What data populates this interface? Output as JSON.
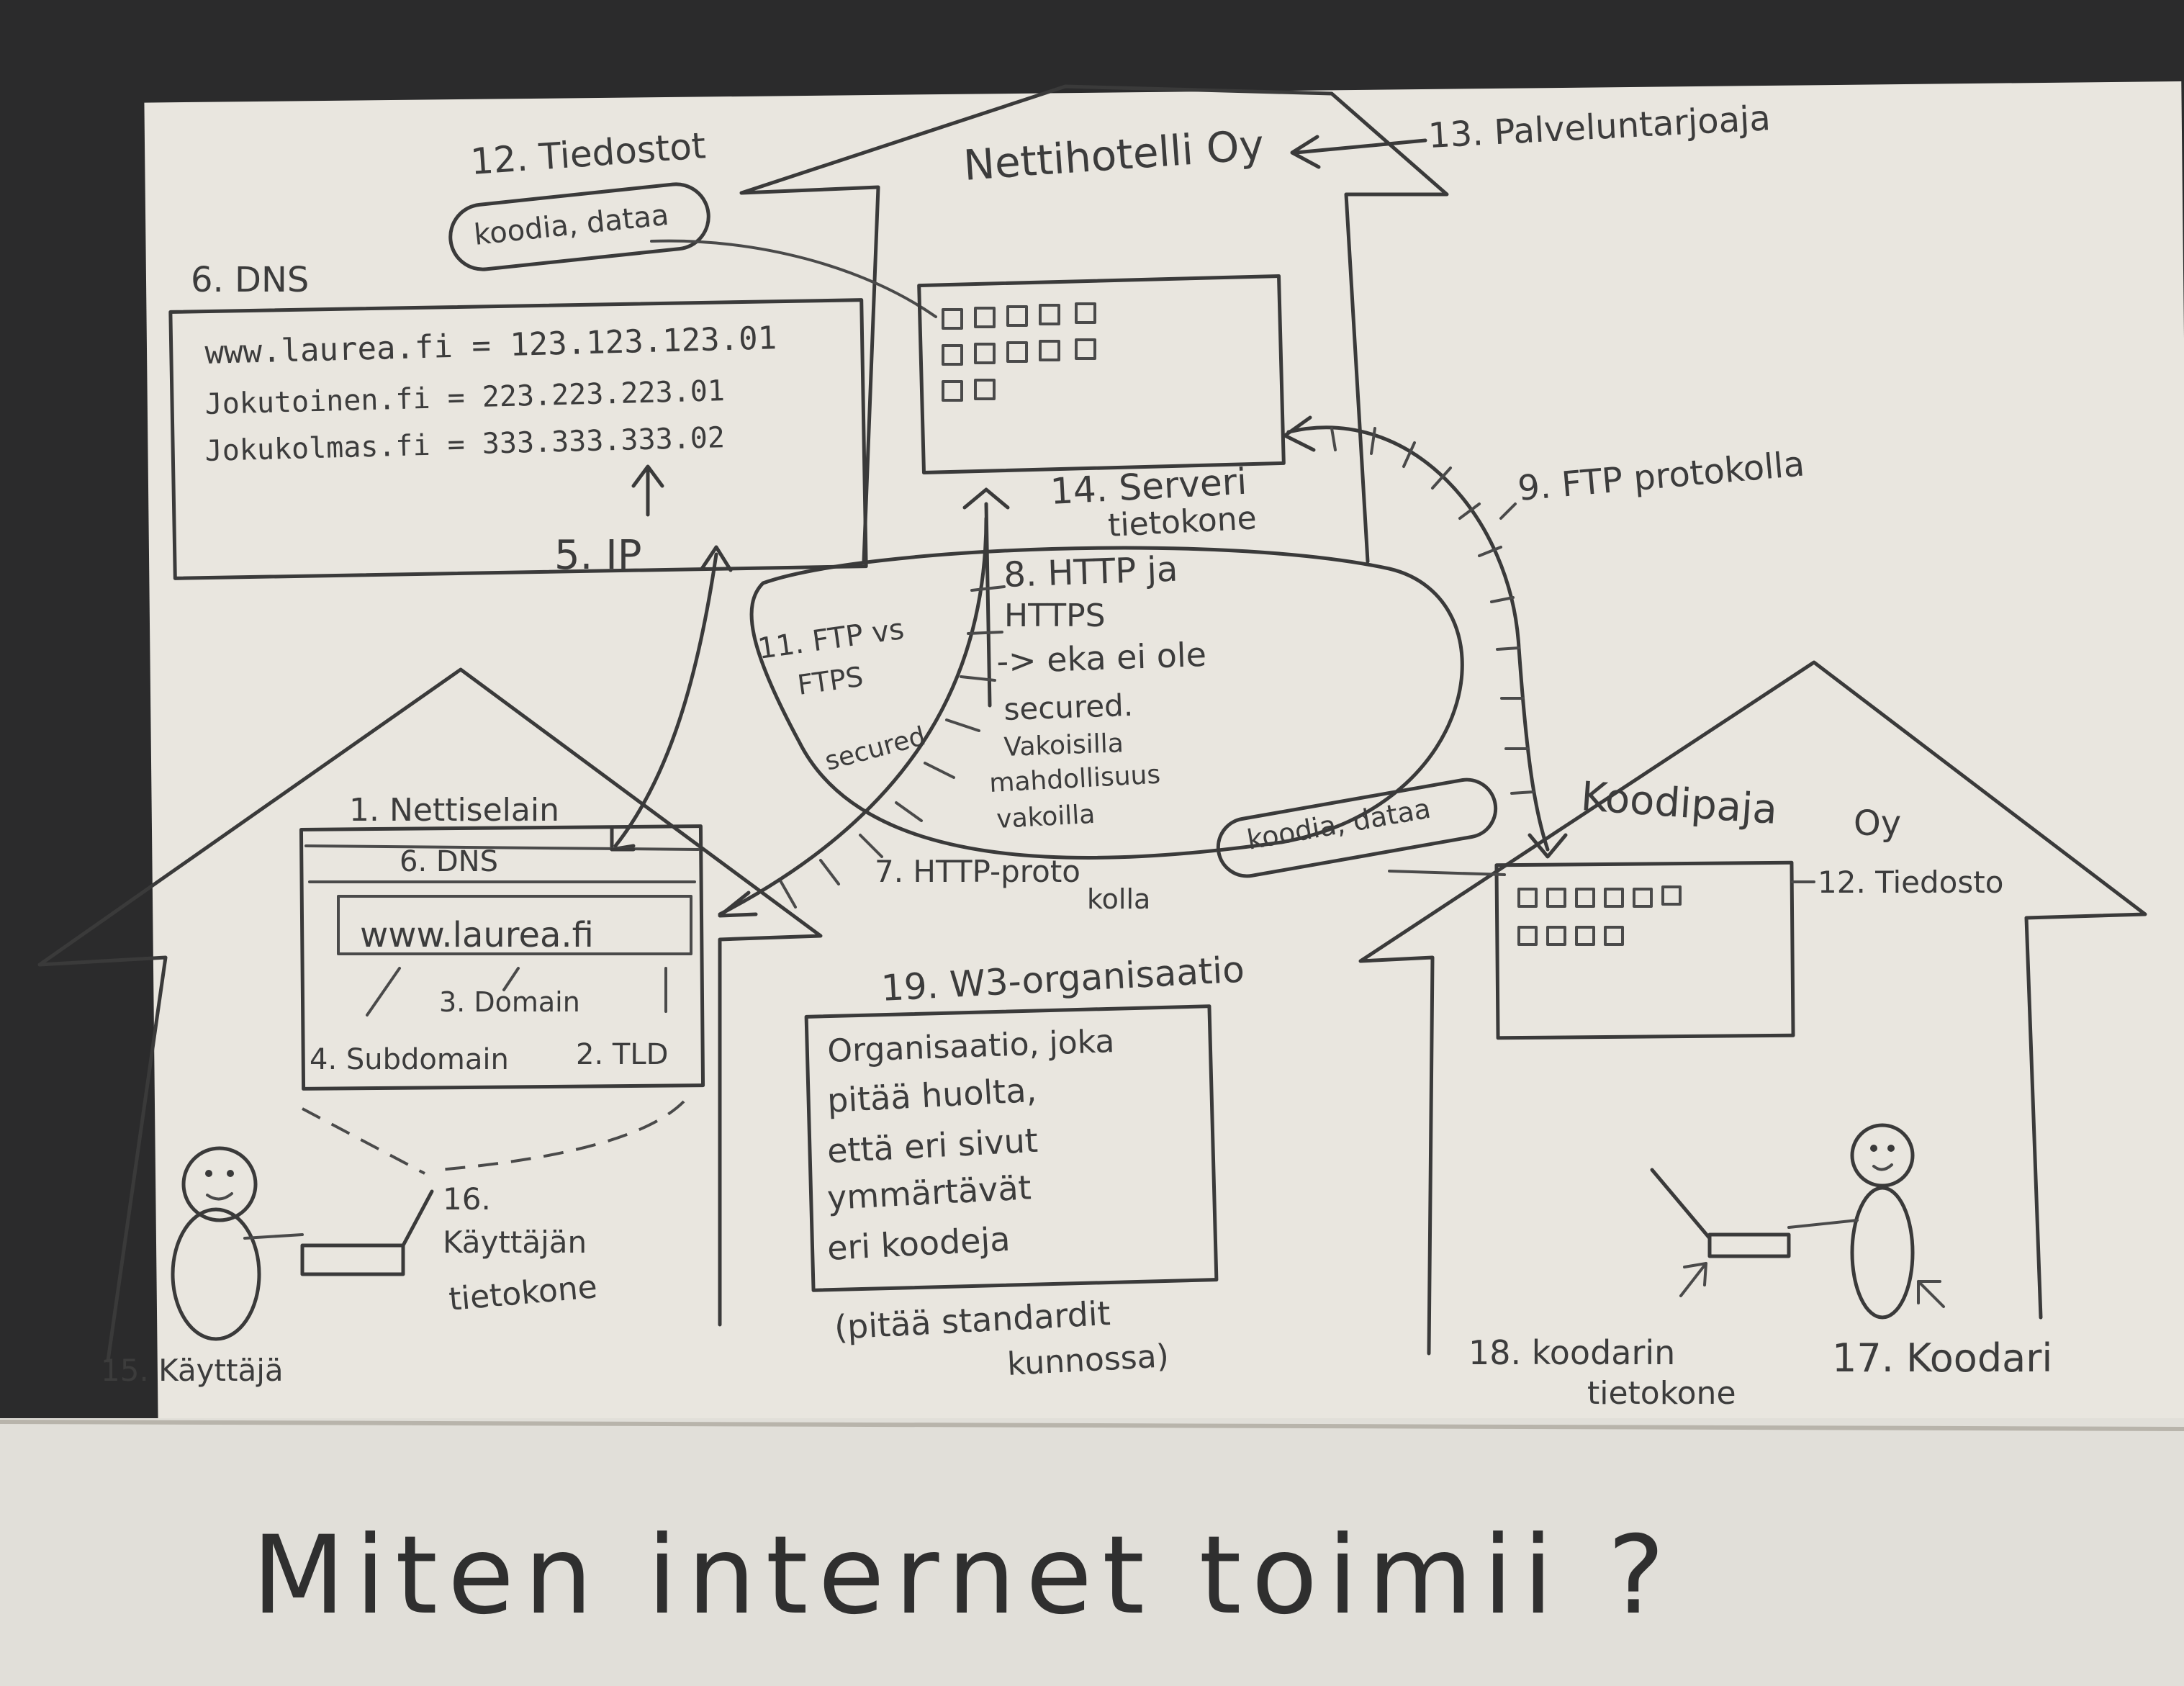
{
  "caption": "Miten internet toimii ?",
  "hosting": {
    "company": "Nettihotelli Oy",
    "provider_label": "13. Palveluntarjoaja",
    "files_label": "12. Tiedostot",
    "files_content": "koodia, dataa",
    "server_label_1": "14. Serveri",
    "server_label_2": "tietokone"
  },
  "dns": {
    "title": "6. DNS",
    "entries": [
      "www.laurea.fi = 123.123.123.01",
      "Jokutoinen.fi = 223.223.223.01",
      "Jokukolmas.fi = 333.333.333.02"
    ],
    "ip_label": "5. IP"
  },
  "protocols": {
    "http_lines": [
      "8. HTTP ja",
      "HTTPS",
      "-> eka ei ole",
      "secured.",
      "Vakoisilla",
      "mahdollisuus",
      "vakoilla"
    ],
    "ftp_lines": [
      "11. FTP vs",
      "FTPS",
      "secured"
    ],
    "ftp_protocol": "9. FTP protokolla",
    "http_protocol_1": "7. HTTP-proto",
    "http_protocol_2": "kolla"
  },
  "browser": {
    "title": "1. Nettiselain",
    "dns": "6. DNS",
    "url": "www.laurea.fi",
    "domain": "3. Domain",
    "subdomain": "4. Subdomain",
    "tld": "2. TLD"
  },
  "user": {
    "computer_1": "16.",
    "computer_2": "Käyttäjän",
    "computer_3": "tietokone",
    "person": "15. Käyttäjä"
  },
  "w3": {
    "title": "19. W3-organisaatio",
    "lines": [
      "Organisaatio, joka",
      "pitää huolta,",
      "että eri sivut",
      "ymmärtävät",
      "eri koodeja"
    ],
    "note_1": "(pitää standardit",
    "note_2": "kunnossa)"
  },
  "coder": {
    "company_1": "Koodipaja",
    "company_2": "Oy",
    "files_content": "koodia, dataa",
    "files_label": "12. Tiedosto",
    "computer_1": "18. koodarin",
    "computer_2": "tietokone",
    "person": "17. Koodari"
  }
}
